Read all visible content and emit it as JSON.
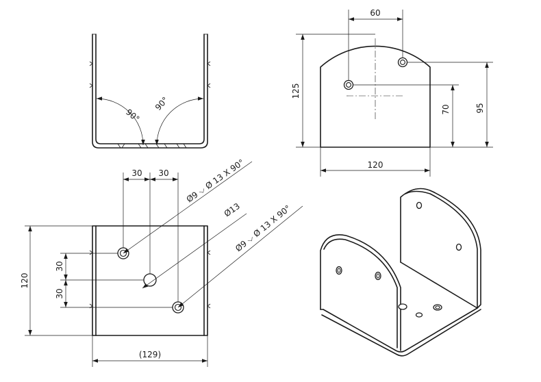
{
  "top_view": {
    "angle_left": "90°",
    "angle_right": "90°"
  },
  "side_view": {
    "dim_top": "60",
    "dim_left": "125",
    "dim_bottom": "120",
    "dim_right_inner": "70",
    "dim_right_outer": "95"
  },
  "front_view": {
    "dim_30_left": "30",
    "dim_30_right": "30",
    "callout_top": "Ø9 ⌵ Ø 13 X 90°",
    "callout_mid": "Ø13",
    "callout_bottom": "Ø9 ⌵ Ø 13 X 90°",
    "dim_height": "120",
    "dim_30_upper": "30",
    "dim_30_lower": "30",
    "dim_width": "(129)"
  },
  "iso_view": {}
}
